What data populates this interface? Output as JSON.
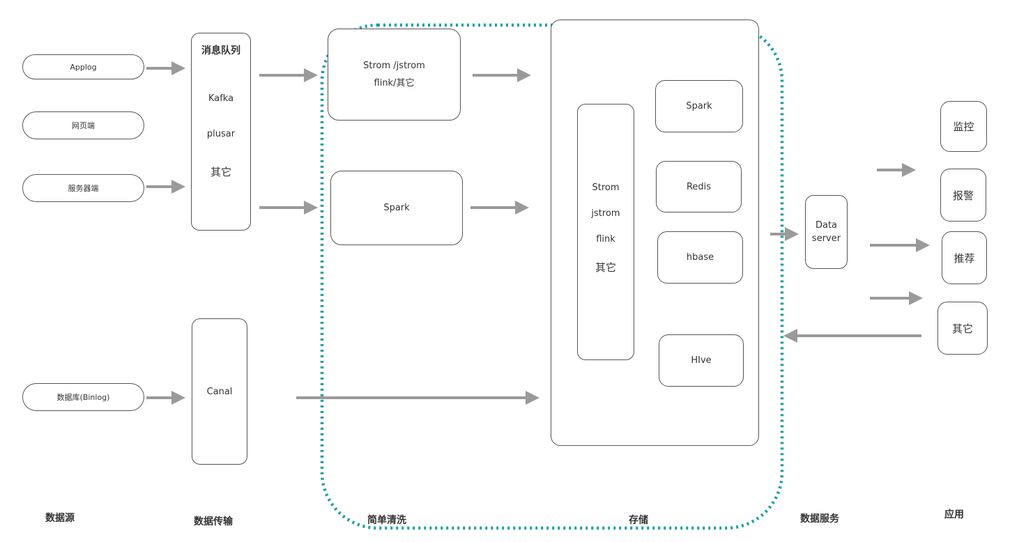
{
  "sources": [
    "Applog",
    "网页端",
    "服务器端",
    "数据库(Binlog)"
  ],
  "message_queue": {
    "title": "消息队列",
    "items": [
      "Kafka",
      "plusar",
      "其它"
    ]
  },
  "canal": "Canal",
  "cleaning": {
    "stream_box": [
      "Strom /jstrom",
      "flink/其它"
    ],
    "spark_box": "Spark"
  },
  "storage": {
    "compute_col": [
      "Strom",
      "jstrom",
      "flink",
      "其它"
    ],
    "stores": [
      "Spark",
      "Redis",
      "hbase",
      "HIve"
    ]
  },
  "data_server": [
    "Data",
    "server"
  ],
  "apps": [
    "监控",
    "报警",
    "推荐",
    "其它"
  ],
  "columns": [
    "数据源",
    "数据传输",
    "简单清洗",
    "存储",
    "数据服务",
    "应用"
  ],
  "colors": {
    "arrow": "#9a9a9a",
    "highlight_dotted": "#17a0a8",
    "border": "#555555"
  }
}
